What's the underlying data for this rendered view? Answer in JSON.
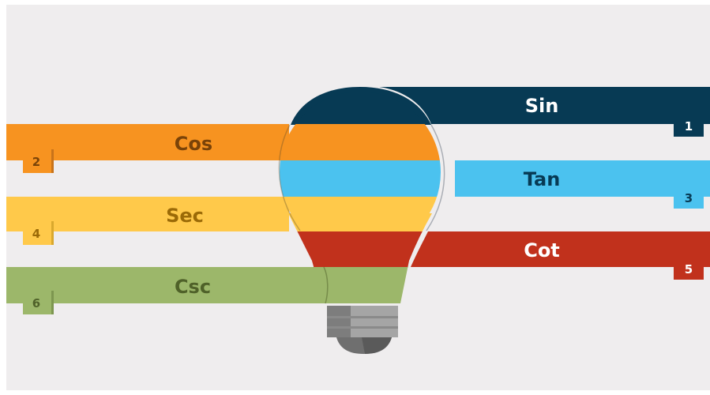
{
  "bands": [
    {
      "id": "sin",
      "label": "Sin",
      "number": "1",
      "color": "#073A54"
    },
    {
      "id": "cos",
      "label": "Cos",
      "number": "2",
      "color": "#F79320"
    },
    {
      "id": "tan",
      "label": "Tan",
      "number": "3",
      "color": "#4BC2EF"
    },
    {
      "id": "sec",
      "label": "Sec",
      "number": "4",
      "color": "#FFC94A"
    },
    {
      "id": "cot",
      "label": "Cot",
      "number": "5",
      "color": "#C1311C"
    },
    {
      "id": "csc",
      "label": "Csc",
      "number": "6",
      "color": "#9CB76A"
    }
  ],
  "colors": {
    "background": "#EFEDEE",
    "cos_label": "#7A4308",
    "sec_label": "#9B6A07",
    "csc_label": "#4F6129",
    "light_label": "#FFFFFF",
    "bulb_base_light": "#A5A5A5",
    "bulb_base_dark": "#6F6F6F"
  }
}
